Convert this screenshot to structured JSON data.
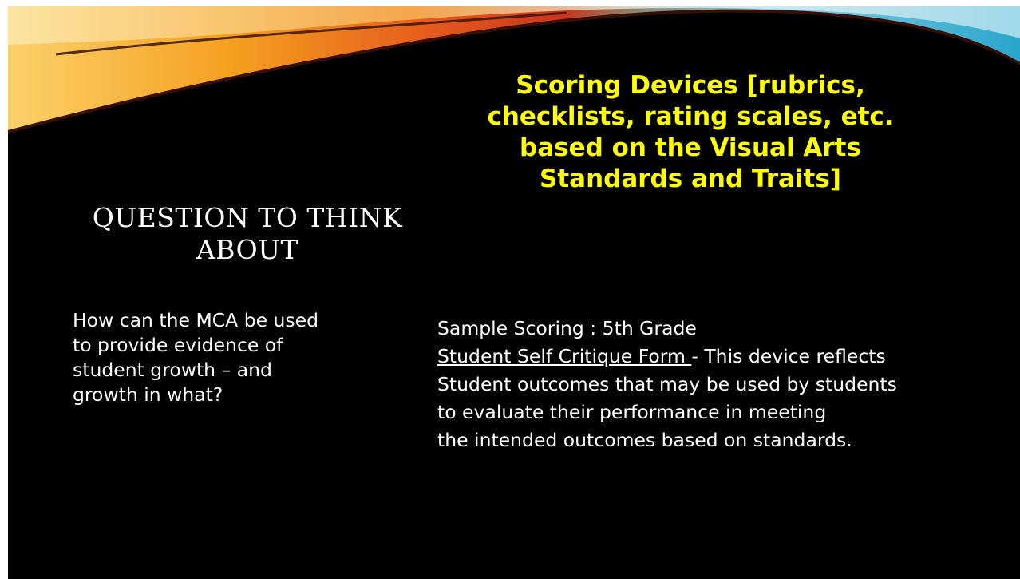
{
  "slide": {
    "left_heading": [
      "QUESTION TO THINK",
      "ABOUT"
    ],
    "left_body": [
      "How can the MCA be used",
      "to provide evidence of",
      "student growth – and",
      "growth in what?"
    ],
    "right_heading": [
      "Scoring Devices [rubrics,",
      "checklists, rating scales, etc.",
      "based on the Visual Arts",
      "Standards and Traits]"
    ],
    "right_body": {
      "line1": "Sample Scoring : 5th Grade",
      "link_text": "Student Self Critique Form ",
      "line2_rest": "- This device reflects",
      "line3": "Student outcomes that may be used by students",
      "line4": "to evaluate their performance in meeting",
      "line5": "the intended outcomes based on standards."
    }
  },
  "colors": {
    "background": "#000000",
    "heading_right": "#ffff00",
    "text": "#ffffff",
    "swoosh_orange": "#f5a020",
    "swoosh_red": "#d8341a",
    "swoosh_teal": "#5ab8d6"
  }
}
